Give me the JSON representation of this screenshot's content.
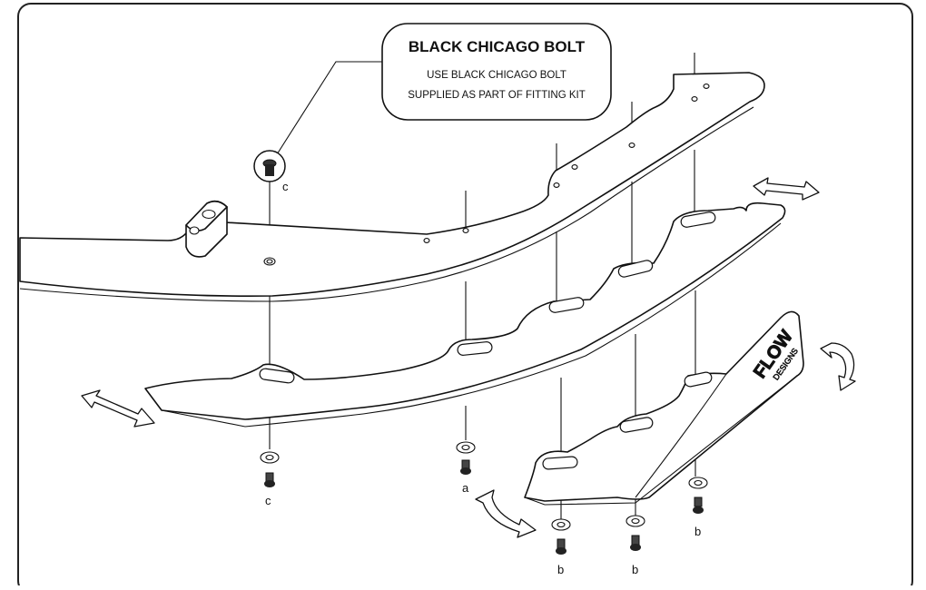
{
  "callout": {
    "title": "BLACK CHICAGO BOLT",
    "line1": "USE BLACK CHICAGO BOLT",
    "line2": "SUPPLIED AS PART OF FITTING KIT"
  },
  "brand": {
    "line1": "FLOW",
    "line2": "DESIGNS"
  },
  "fastener_labels": {
    "top_c": "c",
    "left_c": "c",
    "mid_a": "a",
    "b1": "b",
    "b2": "b",
    "b3": "b"
  }
}
